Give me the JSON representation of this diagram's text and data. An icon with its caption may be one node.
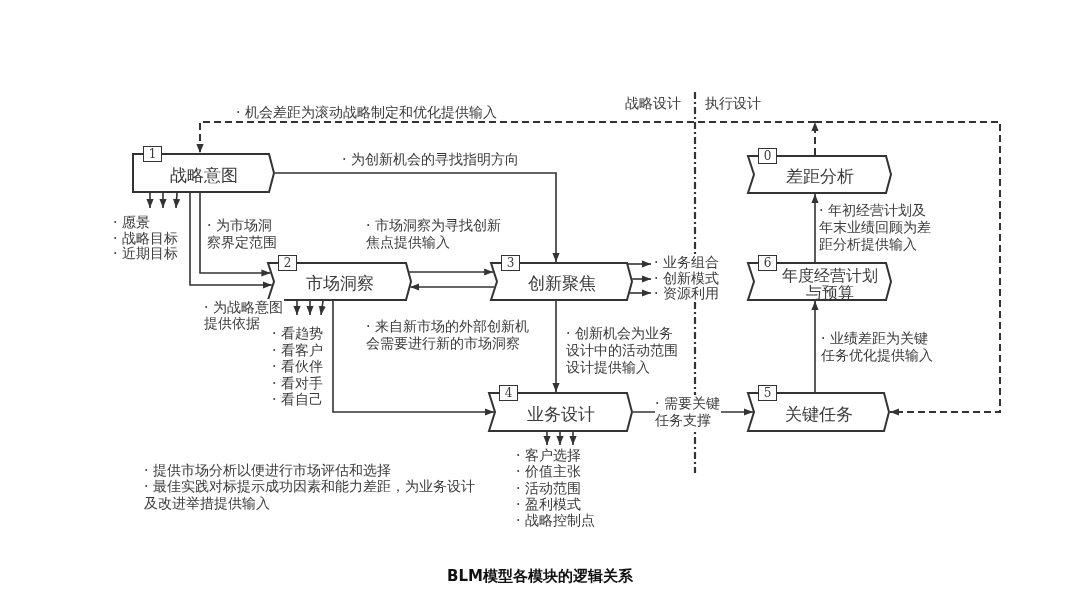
{
  "diagram": {
    "caption": "BLM模型各模块的逻辑关系",
    "nodes": [
      {
        "text": [
          "1",
          "战略意图"
        ]
      },
      {
        "text": [
          "2",
          "市场洞察"
        ]
      },
      {
        "text": [
          "3",
          "创新聚焦"
        ]
      },
      {
        "text": [
          "4",
          "业务设计"
        ]
      },
      {
        "text": [
          "5",
          "关键任务"
        ]
      },
      {
        "text": [
          "6",
          "年度经营计划与预算"
        ]
      },
      {
        "text": [
          "0",
          "差距分析"
        ]
      },
      {
        "text": [
          "· 愿景",
          "· 战略目标",
          "· 近期目标"
        ]
      },
      {
        "text": [
          "· 看趋势",
          "· 看客户",
          "· 看伙伴",
          "· 看对手",
          "· 看自己"
        ]
      },
      {
        "text": [
          "· 业务组合",
          "· 创新模式",
          "· 资源利用"
        ]
      },
      {
        "text": [
          "· 客户选择",
          "· 价值主张",
          "· 活动范围",
          "· 盈利模式",
          "· 战略控制点"
        ]
      }
    ],
    "edges": [
      {
        "from": 0,
        "to": 7,
        "arrow": "to"
      },
      {
        "from": 0,
        "to": 7,
        "arrow": "to"
      },
      {
        "from": 0,
        "to": 7,
        "arrow": "to"
      },
      {
        "from": 0,
        "to": 1,
        "arrow": "to"
      },
      {
        "from": 0,
        "to": 1,
        "arrow": "to",
        "label": "· 为市场洞察界定范围"
      },
      {
        "from": 0,
        "to": 2,
        "arrow": "to",
        "label": "· 为创新机会的寻找指明方向"
      },
      {
        "from": 1,
        "to": 2,
        "arrow": "to",
        "label": "· 市场洞察为寻找创新焦点提供输入"
      },
      {
        "from": 2,
        "to": 1,
        "arrow": "to",
        "label": "· 来自新市场的外部创新机会需要进行新的市场洞察"
      },
      {
        "from": 1,
        "to": 8,
        "arrow": "to"
      },
      {
        "from": 1,
        "to": 8,
        "arrow": "to"
      },
      {
        "from": 1,
        "to": 8,
        "arrow": "to"
      },
      {
        "from": 1,
        "to": 3,
        "arrow": "to"
      },
      {
        "from": 2,
        "to": 9,
        "arrow": "to"
      },
      {
        "from": 2,
        "to": 9,
        "arrow": "to"
      },
      {
        "from": 2,
        "to": 9,
        "arrow": "to"
      },
      {
        "from": 2,
        "to": 3,
        "arrow": "to",
        "label": "· 创新机会为业务设计中的活动范围设计提供输入"
      },
      {
        "from": 3,
        "to": 10,
        "arrow": "to"
      },
      {
        "from": 3,
        "to": 10,
        "arrow": "to"
      },
      {
        "from": 3,
        "to": 10,
        "arrow": "to"
      },
      {
        "from": 3,
        "to": 4,
        "arrow": "to",
        "label": "· 需要关键任务支撑"
      },
      {
        "from": 4,
        "to": 5,
        "arrow": "to",
        "label": "· 业绩差距为关键任务优化提供输入"
      },
      {
        "from": 5,
        "to": 6,
        "arrow": "to",
        "label": "· 年初经营计划及年末业绩回顾为差距分析提供输入"
      },
      {
        "from": 6,
        "to": 0,
        "arrow": "to",
        "style": "dashed",
        "label": "· 机会差距为滚动战略制定和优化提供输入"
      },
      {
        "from": 6,
        "to": 4,
        "arrow": "to",
        "style": "dashed"
      }
    ],
    "labels": [
      "战略设计",
      "执行设计",
      "· 为战略意图提供依据",
      "· 提供市场分析以便进行市场评估和选择",
      "· 最佳实践对标提示成功因素和能力差距，为业务设计及改进举措提供输入"
    ]
  }
}
